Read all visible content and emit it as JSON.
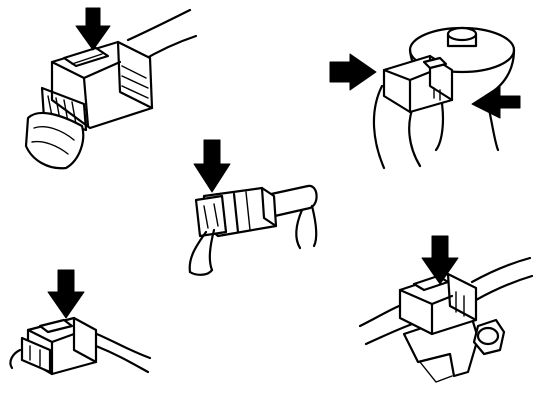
{
  "colors": {
    "ink": "#000000",
    "paper": "#ffffff"
  },
  "illustrations": [
    {
      "name": "connector-top-left",
      "arrows": 1
    },
    {
      "name": "sensor-connector-top-right",
      "arrows": 2
    },
    {
      "name": "inline-connector-center",
      "arrows": 1
    },
    {
      "name": "small-connector-bottom-left",
      "arrows": 1
    },
    {
      "name": "bracket-connector-bottom-right",
      "arrows": 1
    }
  ]
}
